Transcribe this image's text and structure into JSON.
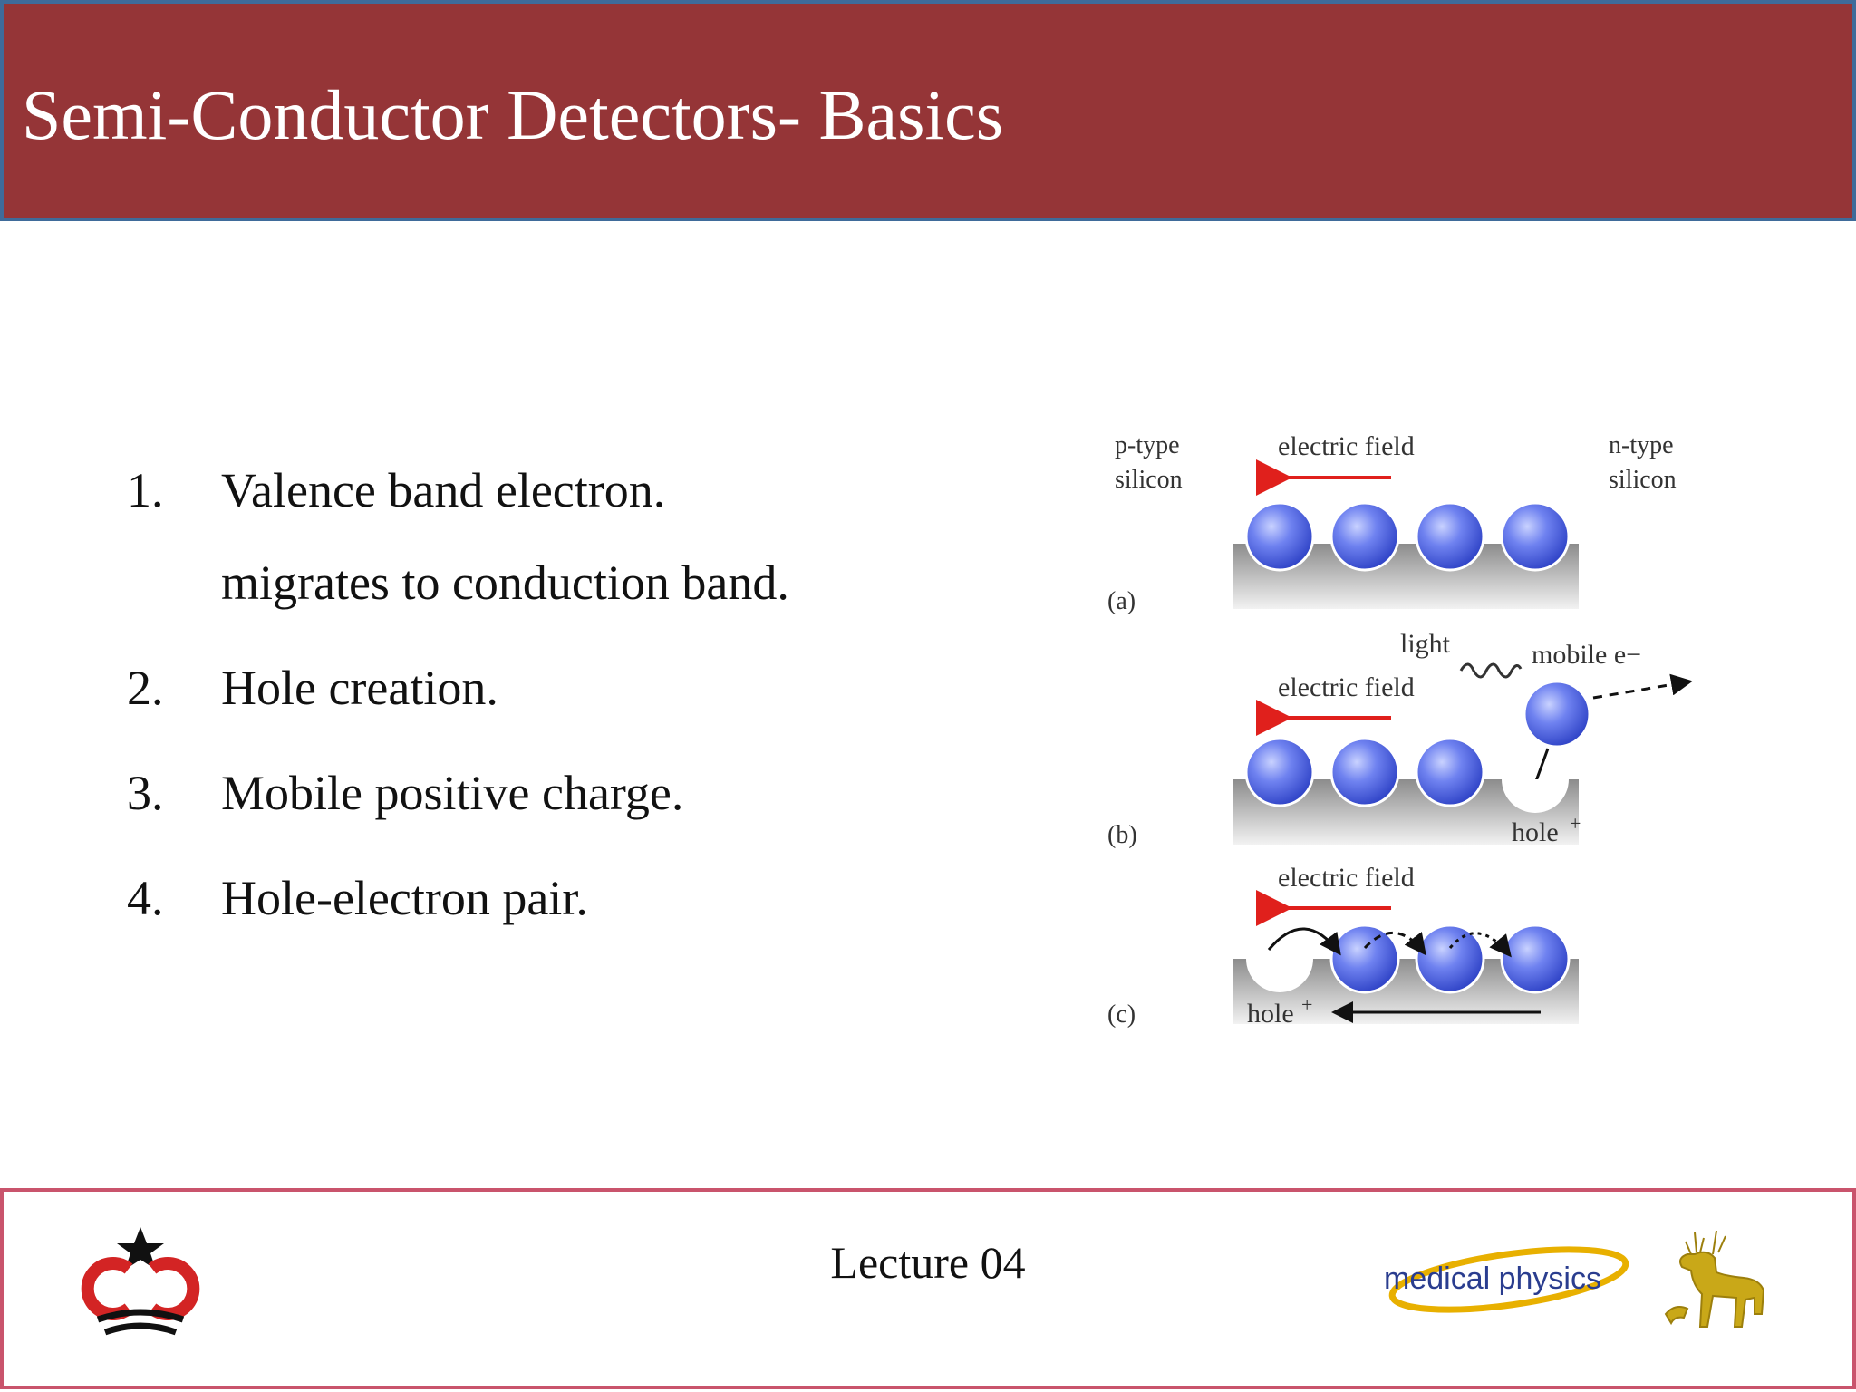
{
  "header": {
    "title": "Semi-Conductor Detectors- Basics"
  },
  "list": [
    {
      "num": "1.",
      "lines": [
        "Valence band electron.",
        "migrates to conduction band."
      ]
    },
    {
      "num": "2.",
      "lines": [
        "Hole creation."
      ]
    },
    {
      "num": "3.",
      "lines": [
        "Mobile positive charge."
      ]
    },
    {
      "num": "4.",
      "lines": [
        "Hole-electron pair."
      ]
    }
  ],
  "figure": {
    "p_type": [
      "p-type",
      "silicon"
    ],
    "n_type": [
      "n-type",
      "silicon"
    ],
    "panels": [
      {
        "label": "(a)",
        "field_label": "electric field"
      },
      {
        "label": "(b)",
        "field_label": "electric field",
        "light_label": "light",
        "mobile_label": "mobile e−",
        "hole_label": "hole"
      },
      {
        "label": "(c)",
        "field_label": "electric field",
        "hole_label": "hole"
      }
    ],
    "colors": {
      "sphere": "#5b6fe8",
      "arrow": "#e0201c",
      "base": "#9a9a9a"
    }
  },
  "footer": {
    "lecture": "Lecture 04",
    "logo_text": "medical physics"
  },
  "colors": {
    "header_bg": "#953537",
    "header_border": "#3f6b9a",
    "footer_border": "#c9546c"
  }
}
